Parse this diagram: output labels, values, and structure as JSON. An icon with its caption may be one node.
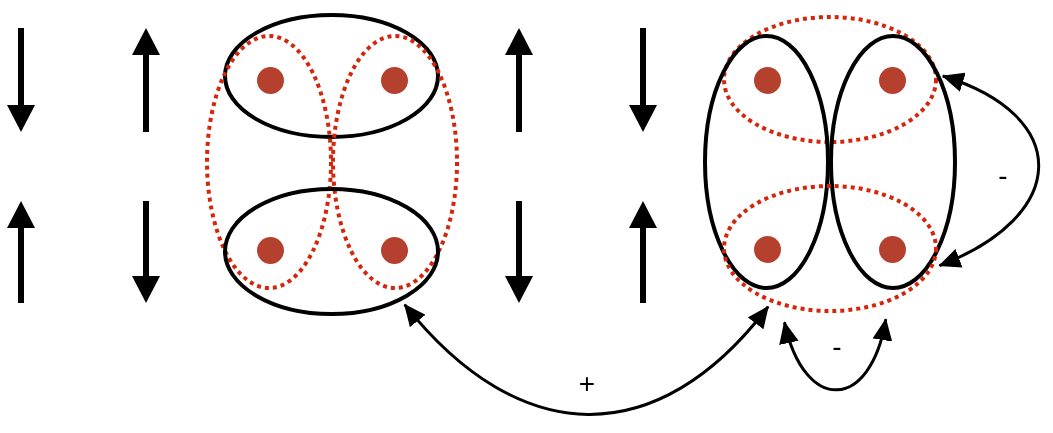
{
  "diagram": {
    "nodes": [
      {
        "text": [],
        "shape": "ellipse"
      },
      {
        "text": [],
        "shape": "ellipse"
      },
      {
        "text": [],
        "shape": "ellipse"
      },
      {
        "text": [],
        "shape": "ellipse"
      },
      {
        "text": [],
        "shape": "ellipse"
      },
      {
        "text": [],
        "shape": "ellipse"
      },
      {
        "text": [],
        "shape": "ellipse"
      },
      {
        "text": [],
        "shape": "ellipse"
      }
    ],
    "edges": [
      {
        "from": 4,
        "to": 7,
        "arrow": "both",
        "label": "-"
      },
      {
        "from": 7,
        "to": 7,
        "arrow": "both",
        "label": "-"
      },
      {
        "from": 3,
        "to": 7,
        "arrow": "both",
        "label": "+"
      }
    ]
  }
}
